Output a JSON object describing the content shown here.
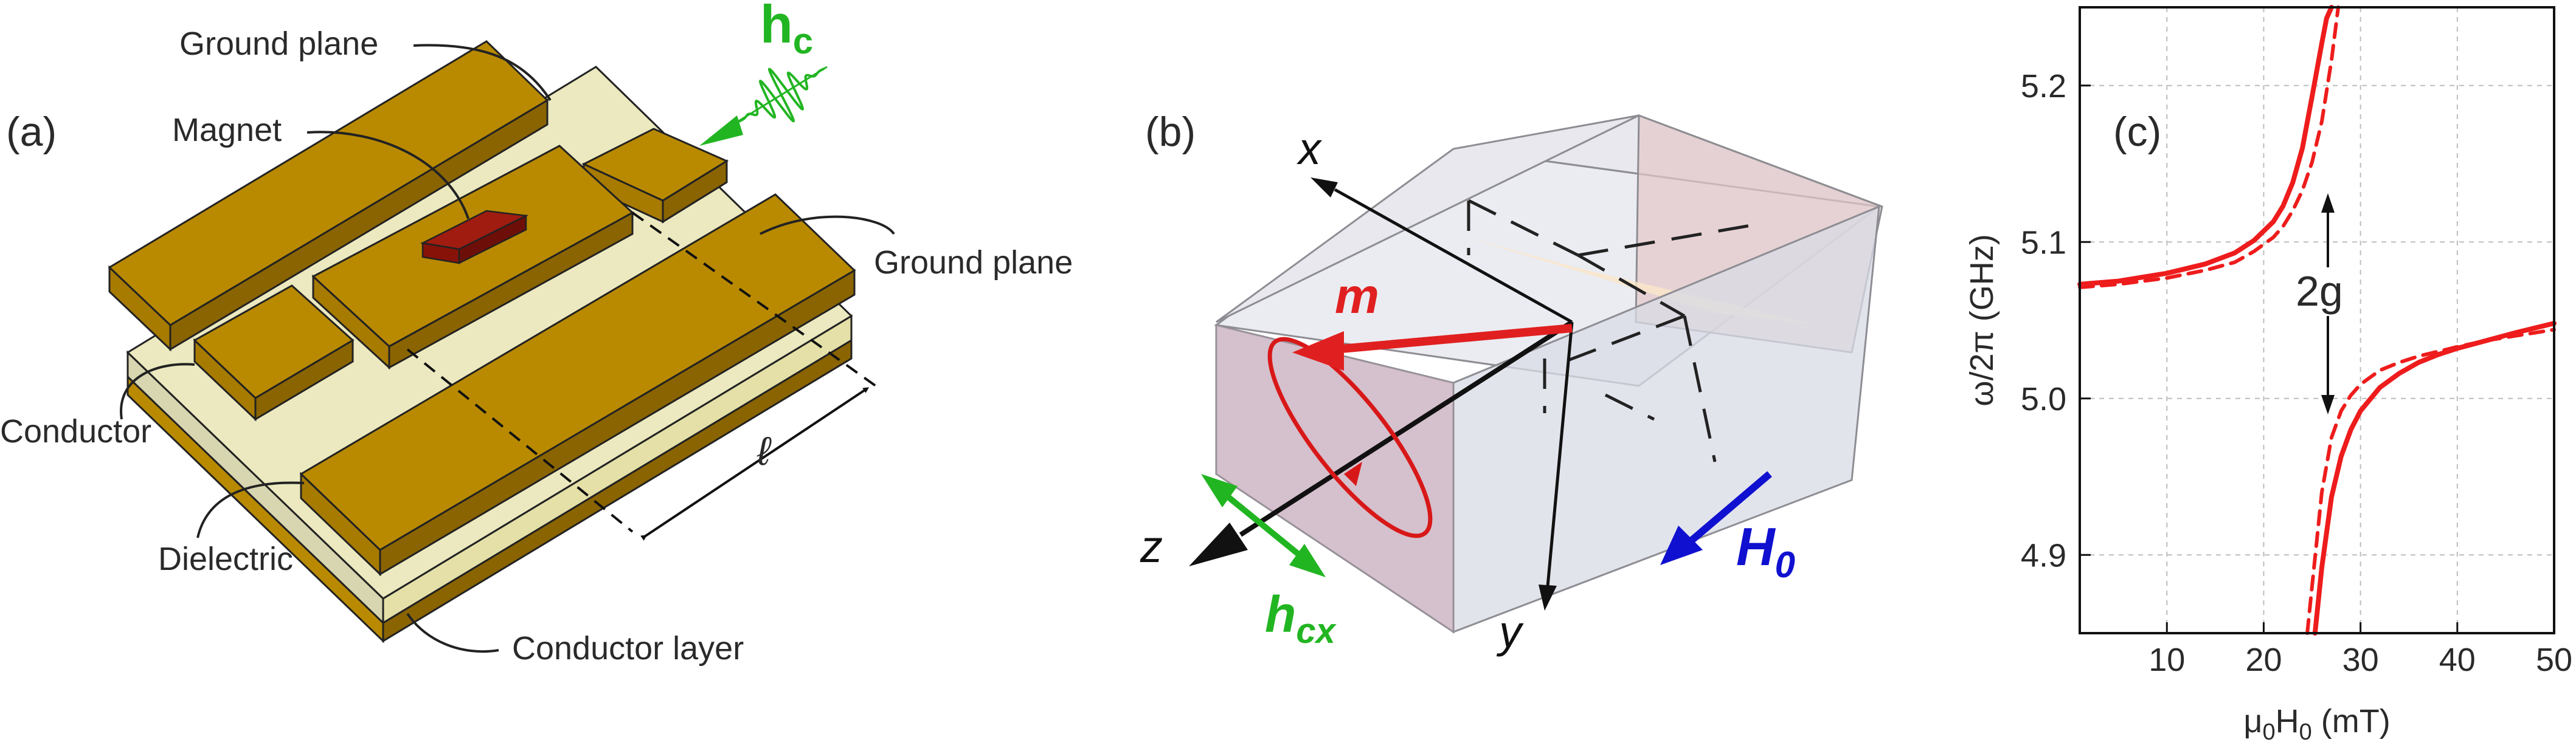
{
  "panel_a": {
    "tag": "(a)",
    "labels": {
      "ground_plane_top": "Ground plane",
      "magnet": "Magnet",
      "ground_plane_right": "Ground plane",
      "conductor": "Conductor",
      "dielectric": "Dielectric",
      "conductor_layer": "Conductor layer",
      "length": "ℓ",
      "field_main": "h",
      "field_sub": "c"
    },
    "colors": {
      "metal_top": "#b98a00",
      "metal_front": "#8a6400",
      "dielectric": "#ece9c0",
      "magnet": "#a01c10",
      "field": "#22b522"
    }
  },
  "panel_b": {
    "tag": "(b)",
    "labels": {
      "x": "x",
      "y": "y",
      "z": "z",
      "m": "m",
      "hcx_main": "h",
      "hcx_sub": "cx",
      "H0_main": "H",
      "H0_sub": "0"
    },
    "colors": {
      "m": "#e02020",
      "h": "#22b522",
      "H0": "#1010d0"
    }
  },
  "panel_c": {
    "tag": "(c)",
    "gap_label": "2g",
    "chart_data": {
      "type": "line",
      "title": "",
      "xlabel_parts": [
        "μ",
        "0",
        "H",
        "0",
        " (mT)"
      ],
      "ylabel": "ω/2π (GHz)",
      "xlim": [
        1,
        50
      ],
      "ylim": [
        4.85,
        5.25
      ],
      "xticks": [
        10,
        20,
        30,
        40,
        50
      ],
      "yticks": [
        4.9,
        5.0,
        5.1,
        5.2
      ],
      "ytick_labels": [
        "4.9",
        "5.0",
        "5.1",
        "5.2"
      ],
      "grid": true,
      "series": [
        {
          "style": "solid",
          "color": "#ee1c1c",
          "branches": [
            {
              "x": [
                1,
                5,
                10,
                14,
                17,
                19,
                21,
                22,
                23,
                24,
                25,
                26,
                26.5,
                27
              ],
              "y": [
                5.073,
                5.075,
                5.08,
                5.086,
                5.093,
                5.101,
                5.113,
                5.123,
                5.138,
                5.16,
                5.193,
                5.227,
                5.243,
                5.25
              ]
            },
            {
              "x": [
                25.3,
                26,
                27,
                28,
                29,
                30,
                32,
                34,
                36,
                38,
                40,
                43,
                46,
                50
              ],
              "y": [
                4.85,
                4.892,
                4.937,
                4.963,
                4.98,
                4.992,
                5.007,
                5.016,
                5.023,
                5.028,
                5.032,
                5.037,
                5.042,
                5.048
              ]
            }
          ]
        },
        {
          "style": "dashed",
          "color": "#ee1c1c",
          "branches": [
            {
              "x": [
                1,
                5,
                10,
                14,
                17,
                19,
                21,
                22,
                23,
                24,
                25,
                26,
                27,
                27.7
              ],
              "y": [
                5.071,
                5.073,
                5.077,
                5.082,
                5.087,
                5.094,
                5.103,
                5.11,
                5.12,
                5.133,
                5.151,
                5.177,
                5.216,
                5.25
              ]
            },
            {
              "x": [
                24.5,
                25,
                25.5,
                26,
                27,
                28,
                29,
                30,
                32,
                34,
                36,
                38,
                40,
                43,
                46,
                50
              ],
              "y": [
                4.85,
                4.88,
                4.91,
                4.94,
                4.975,
                4.992,
                5.002,
                5.009,
                5.018,
                5.023,
                5.027,
                5.03,
                5.033,
                5.037,
                5.04,
                5.044
              ]
            }
          ]
        }
      ]
    }
  }
}
